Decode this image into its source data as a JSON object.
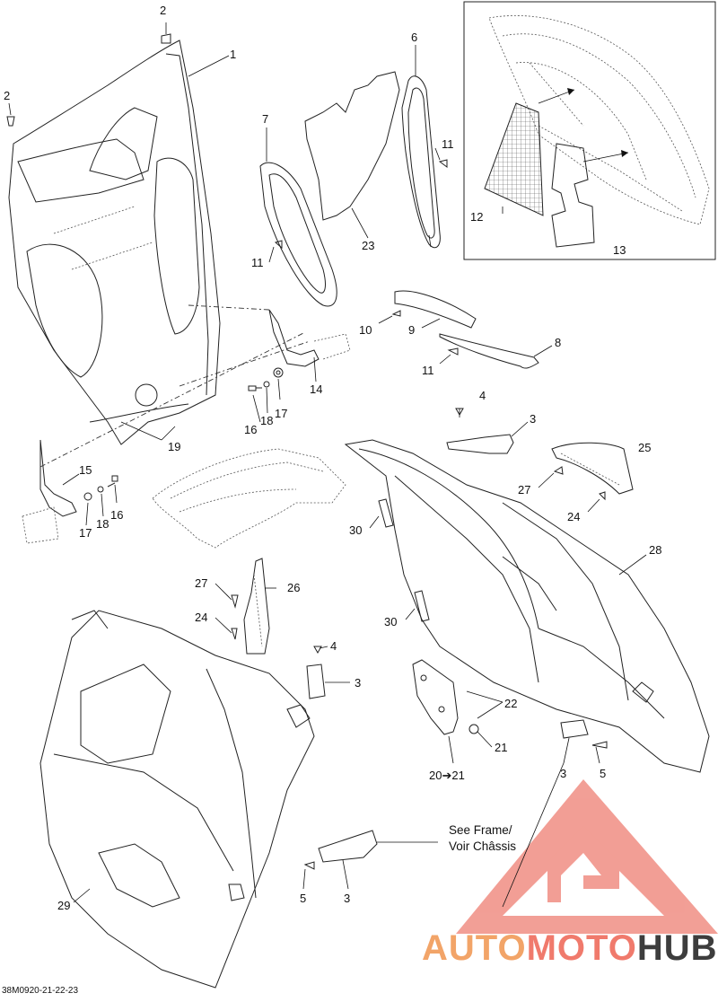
{
  "drawing_code": "38M0920-21-22-23",
  "see_frame": {
    "line1": "See Frame/",
    "line2": "Voir Châssis"
  },
  "watermark": {
    "part1": "AUTO",
    "part2": "MOTO",
    "part3": "HUB"
  },
  "colors": {
    "watermark_orange": "#f2a468",
    "watermark_red": "#f07a6c",
    "watermark_dark": "#3d3d3d",
    "line": "#222222"
  },
  "callouts": [
    {
      "id": "c1",
      "text": "1"
    },
    {
      "id": "c2a",
      "text": "2"
    },
    {
      "id": "c2b",
      "text": "2"
    },
    {
      "id": "c3a",
      "text": "3"
    },
    {
      "id": "c3b",
      "text": "3"
    },
    {
      "id": "c3c",
      "text": "3"
    },
    {
      "id": "c3d",
      "text": "3"
    },
    {
      "id": "c4a",
      "text": "4"
    },
    {
      "id": "c4b",
      "text": "4"
    },
    {
      "id": "c5a",
      "text": "5"
    },
    {
      "id": "c5b",
      "text": "5"
    },
    {
      "id": "c6",
      "text": "6"
    },
    {
      "id": "c7",
      "text": "7"
    },
    {
      "id": "c8",
      "text": "8"
    },
    {
      "id": "c9",
      "text": "9"
    },
    {
      "id": "c10",
      "text": "10"
    },
    {
      "id": "c11a",
      "text": "11"
    },
    {
      "id": "c11b",
      "text": "11"
    },
    {
      "id": "c11c",
      "text": "11"
    },
    {
      "id": "c12",
      "text": "12"
    },
    {
      "id": "c13",
      "text": "13"
    },
    {
      "id": "c14",
      "text": "14"
    },
    {
      "id": "c15",
      "text": "15"
    },
    {
      "id": "c16a",
      "text": "16"
    },
    {
      "id": "c16b",
      "text": "16"
    },
    {
      "id": "c17a",
      "text": "17"
    },
    {
      "id": "c17b",
      "text": "17"
    },
    {
      "id": "c18a",
      "text": "18"
    },
    {
      "id": "c18b",
      "text": "18"
    },
    {
      "id": "c19",
      "text": "19"
    },
    {
      "id": "c20",
      "text": "20➔21"
    },
    {
      "id": "c21",
      "text": "21"
    },
    {
      "id": "c22",
      "text": "22"
    },
    {
      "id": "c23",
      "text": "23"
    },
    {
      "id": "c24a",
      "text": "24"
    },
    {
      "id": "c24b",
      "text": "24"
    },
    {
      "id": "c25",
      "text": "25"
    },
    {
      "id": "c26",
      "text": "26"
    },
    {
      "id": "c27a",
      "text": "27"
    },
    {
      "id": "c27b",
      "text": "27"
    },
    {
      "id": "c28",
      "text": "28"
    },
    {
      "id": "c29",
      "text": "29"
    },
    {
      "id": "c30a",
      "text": "30"
    },
    {
      "id": "c30b",
      "text": "30"
    }
  ]
}
